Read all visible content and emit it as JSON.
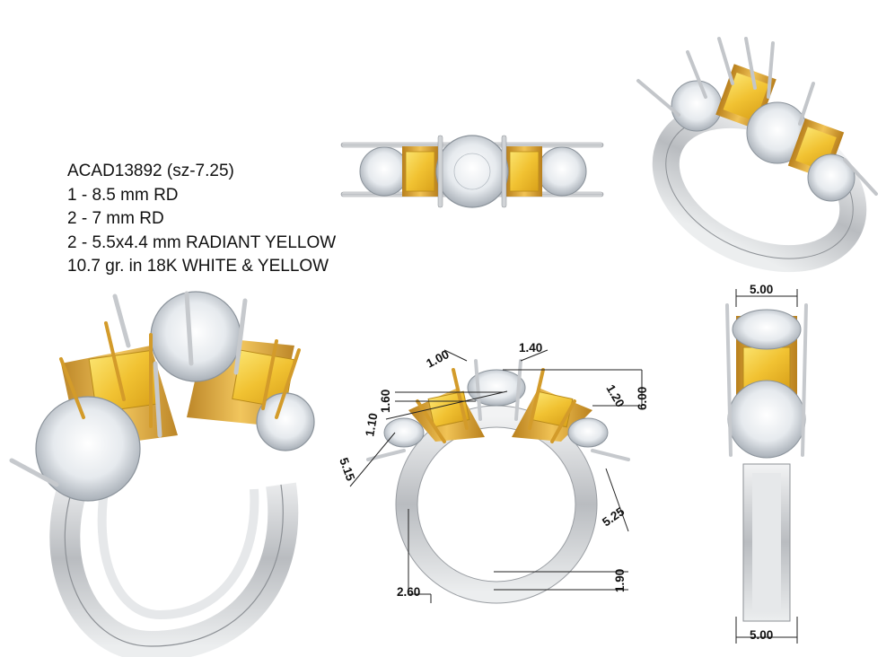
{
  "spec": {
    "model": "ACAD13892 (sz-7.25)",
    "line1": "1 - 8.5 mm RD",
    "line2": "2 - 7 mm RD",
    "line3": "2 - 5.5x4.4 mm RADIANT YELLOW",
    "line4": "10.7 gr.  in 18K WHITE & YELLOW"
  },
  "dimensions_front": {
    "d_1_00": "1.00",
    "d_1_40": "1.40",
    "d_1_60": "1.60",
    "d_1_10": "1.10",
    "d_1_20": "1.20",
    "d_6_00": "6.00",
    "d_5_15": "5.15",
    "d_5_25": "5.25",
    "d_2_60": "2.60",
    "d_1_90": "1.90"
  },
  "dimensions_side": {
    "top_width": "5.00",
    "bottom_width": "5.00"
  },
  "colors": {
    "white_gold": "#c9cbce",
    "yellow_gold": "#e0a832",
    "yellow_stone": "#f4cc3a",
    "diamond": "#eef1f4",
    "dimension_line": "#222222"
  }
}
